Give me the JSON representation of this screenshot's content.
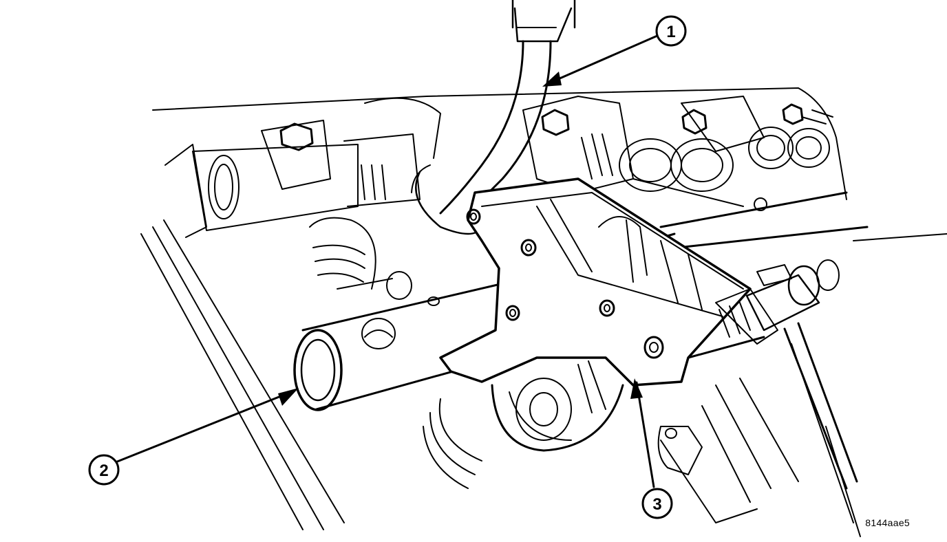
{
  "callouts": [
    {
      "number": "1"
    },
    {
      "number": "2"
    },
    {
      "number": "3"
    }
  ],
  "figure_id": "8144aae5",
  "colors": {
    "line": "#000000",
    "background": "#ffffff"
  }
}
